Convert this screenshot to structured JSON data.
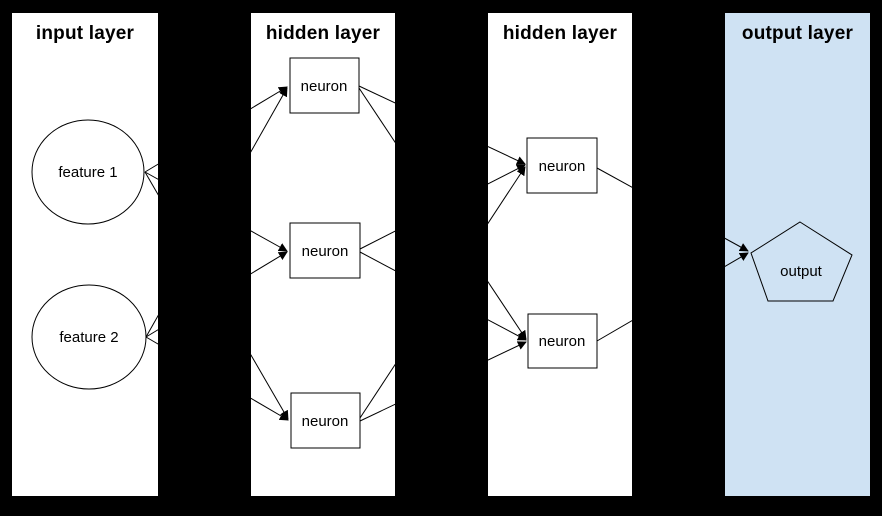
{
  "diagram": {
    "type": "neural-network",
    "colors": {
      "background": "#000000",
      "panel": "#ffffff",
      "output_panel": "#cfe2f3",
      "stroke": "#000000"
    },
    "layers": [
      {
        "id": "input",
        "title": "input layer",
        "nodes": [
          {
            "id": "feature-1",
            "label": "feature 1",
            "shape": "circle"
          },
          {
            "id": "feature-2",
            "label": "feature 2",
            "shape": "circle"
          }
        ]
      },
      {
        "id": "hidden-1",
        "title": "hidden layer",
        "nodes": [
          {
            "id": "h1-neuron-1",
            "label": "neuron",
            "shape": "rect"
          },
          {
            "id": "h1-neuron-2",
            "label": "neuron",
            "shape": "rect"
          },
          {
            "id": "h1-neuron-3",
            "label": "neuron",
            "shape": "rect"
          }
        ]
      },
      {
        "id": "hidden-2",
        "title": "hidden layer",
        "nodes": [
          {
            "id": "h2-neuron-1",
            "label": "neuron",
            "shape": "rect"
          },
          {
            "id": "h2-neuron-2",
            "label": "neuron",
            "shape": "rect"
          }
        ]
      },
      {
        "id": "output",
        "title": "output layer",
        "nodes": [
          {
            "id": "output",
            "label": "output",
            "shape": "pentagon"
          }
        ]
      }
    ],
    "edges": [
      {
        "from": "feature-1",
        "to": "h1-neuron-1"
      },
      {
        "from": "feature-1",
        "to": "h1-neuron-2"
      },
      {
        "from": "feature-1",
        "to": "h1-neuron-3"
      },
      {
        "from": "feature-2",
        "to": "h1-neuron-1"
      },
      {
        "from": "feature-2",
        "to": "h1-neuron-2"
      },
      {
        "from": "feature-2",
        "to": "h1-neuron-3"
      },
      {
        "from": "h1-neuron-1",
        "to": "h2-neuron-1"
      },
      {
        "from": "h1-neuron-1",
        "to": "h2-neuron-2"
      },
      {
        "from": "h1-neuron-2",
        "to": "h2-neuron-1"
      },
      {
        "from": "h1-neuron-2",
        "to": "h2-neuron-2"
      },
      {
        "from": "h1-neuron-3",
        "to": "h2-neuron-1"
      },
      {
        "from": "h1-neuron-3",
        "to": "h2-neuron-2"
      },
      {
        "from": "h2-neuron-1",
        "to": "output"
      },
      {
        "from": "h2-neuron-2",
        "to": "output"
      }
    ]
  }
}
